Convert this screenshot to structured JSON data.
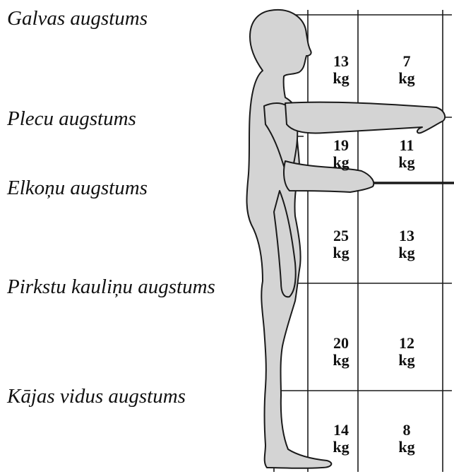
{
  "height_labels": [
    "Galvas augstums",
    "Plecu augstums",
    "Elkoņu  augstums",
    "Pirkstu kauliņu augstums",
    "Kājas vidus augstums"
  ],
  "weight_table": [
    {
      "close": "13",
      "far": "7",
      "unit": "kg"
    },
    {
      "close": "19",
      "far": "11",
      "unit": "kg"
    },
    {
      "close": "25",
      "far": "13",
      "unit": "kg"
    },
    {
      "close": "20",
      "far": "12",
      "unit": "kg"
    },
    {
      "close": "14",
      "far": "8",
      "unit": "kg"
    }
  ],
  "colors": {
    "figure_fill": "#d4d4d4",
    "line": "#1a1a1a"
  }
}
